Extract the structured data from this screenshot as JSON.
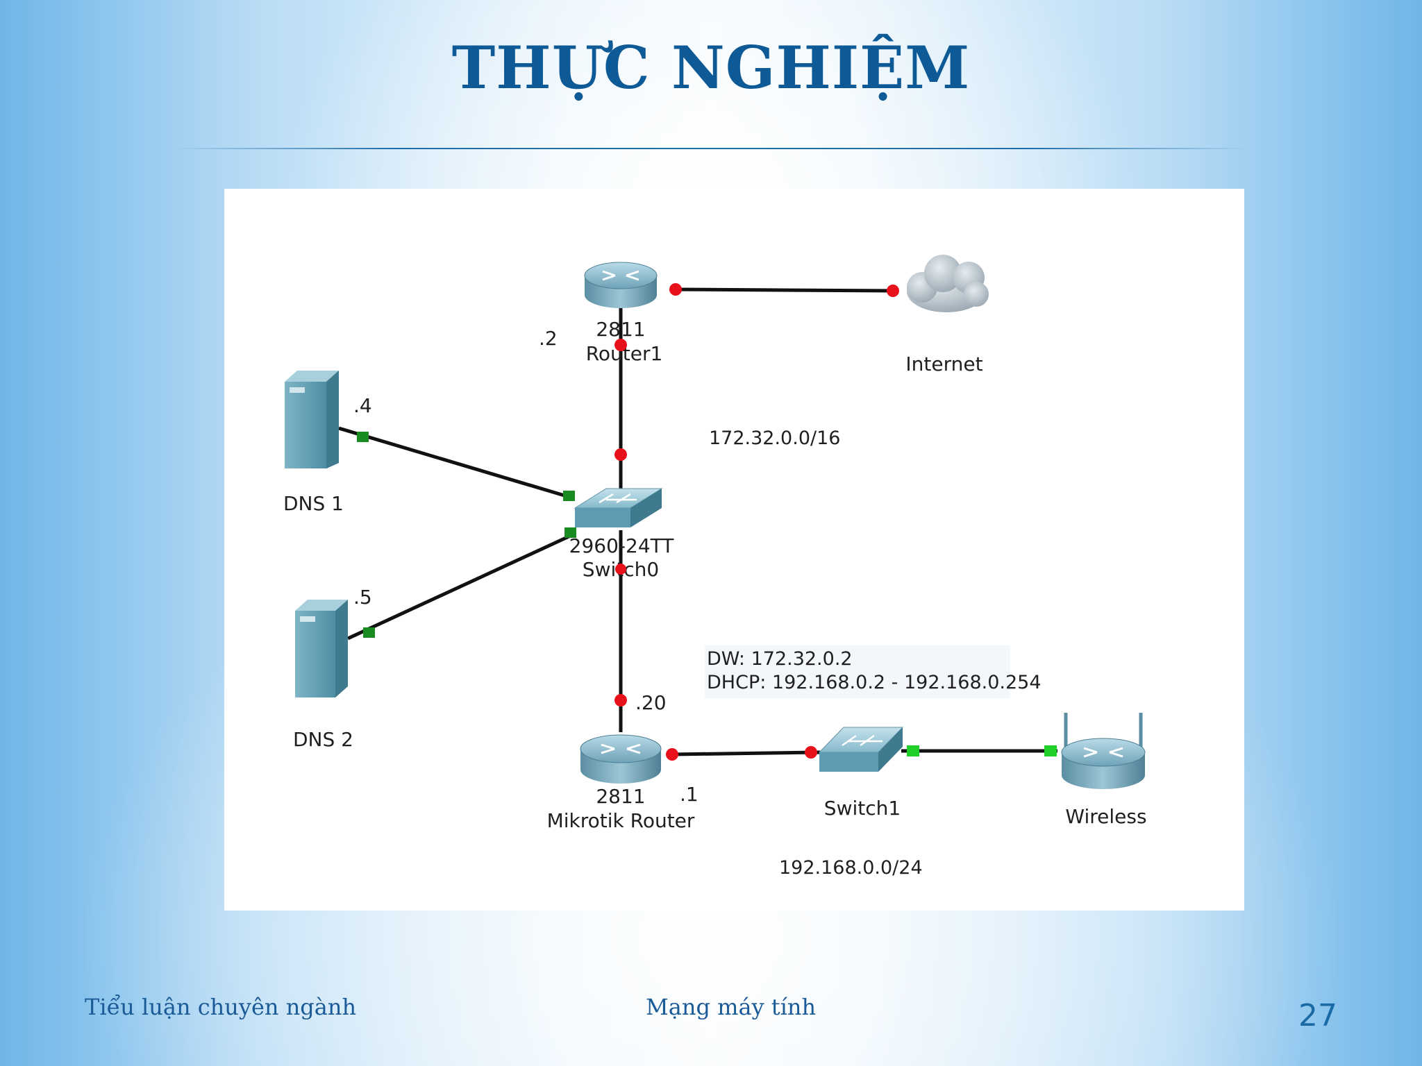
{
  "slide": {
    "title": "THỰC NGHIỆM",
    "footer_left": "Tiểu luận chuyên ngành",
    "footer_center": "Mạng máy tính",
    "page_number": "27"
  },
  "diagram": {
    "router1": {
      "model": "2811",
      "name": "Router1",
      "ip_suffix": ".2"
    },
    "internet": {
      "name": "Internet"
    },
    "switch0": {
      "model": "2960-24TT",
      "name": "Switch0"
    },
    "dns1": {
      "name": "DNS 1",
      "ip_suffix": ".4"
    },
    "dns2": {
      "name": "DNS 2",
      "ip_suffix": ".5"
    },
    "network_top": "172.32.0.0/16",
    "mikrotik": {
      "model": "2811",
      "name": "Mikrotik Router",
      "ip_suffix_up": ".20",
      "ip_suffix_down": ".1"
    },
    "info": {
      "line1": "DW: 172.32.0.2",
      "line2": "DHCP: 192.168.0.2 - 192.168.0.254"
    },
    "switch1": {
      "name": "Switch1"
    },
    "wireless": {
      "name": "Wireless"
    },
    "network_bottom": "192.168.0.0/24",
    "colors": {
      "link_down": "#e8101a",
      "link_up": "#1fcf2a",
      "link_up_dark": "#1a8a22",
      "device": "#6aa3b8"
    }
  }
}
